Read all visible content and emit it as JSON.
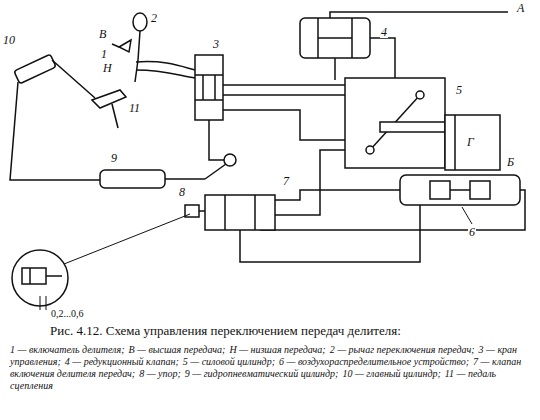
{
  "diagram": {
    "caption": "Рис. 4.12. Схема управления переключением передач делителя:",
    "labels": [
      "1",
      "2",
      "В",
      "Н",
      "10",
      "11",
      "3",
      "А",
      "4",
      "5",
      "Г",
      "Б",
      "6",
      "9",
      "8",
      "7",
      "0,2...0,6",
      "1 — включатель делителя;",
      "В — высшая передача;",
      "Н — низшая передача;",
      "2 — рычаг переключения передач;",
      "3 — кран управления;",
      "4 — редукционный клапан;",
      "5 — силовой цилиндр;",
      "6 — воздухораспределительное устройство;",
      "7 — клапан включения делителя передач;",
      "8 — упор;",
      "9 — гидропневматический цилиндр;",
      "10 — главный цилиндр;",
      "11 — педаль сцепления"
    ]
  }
}
